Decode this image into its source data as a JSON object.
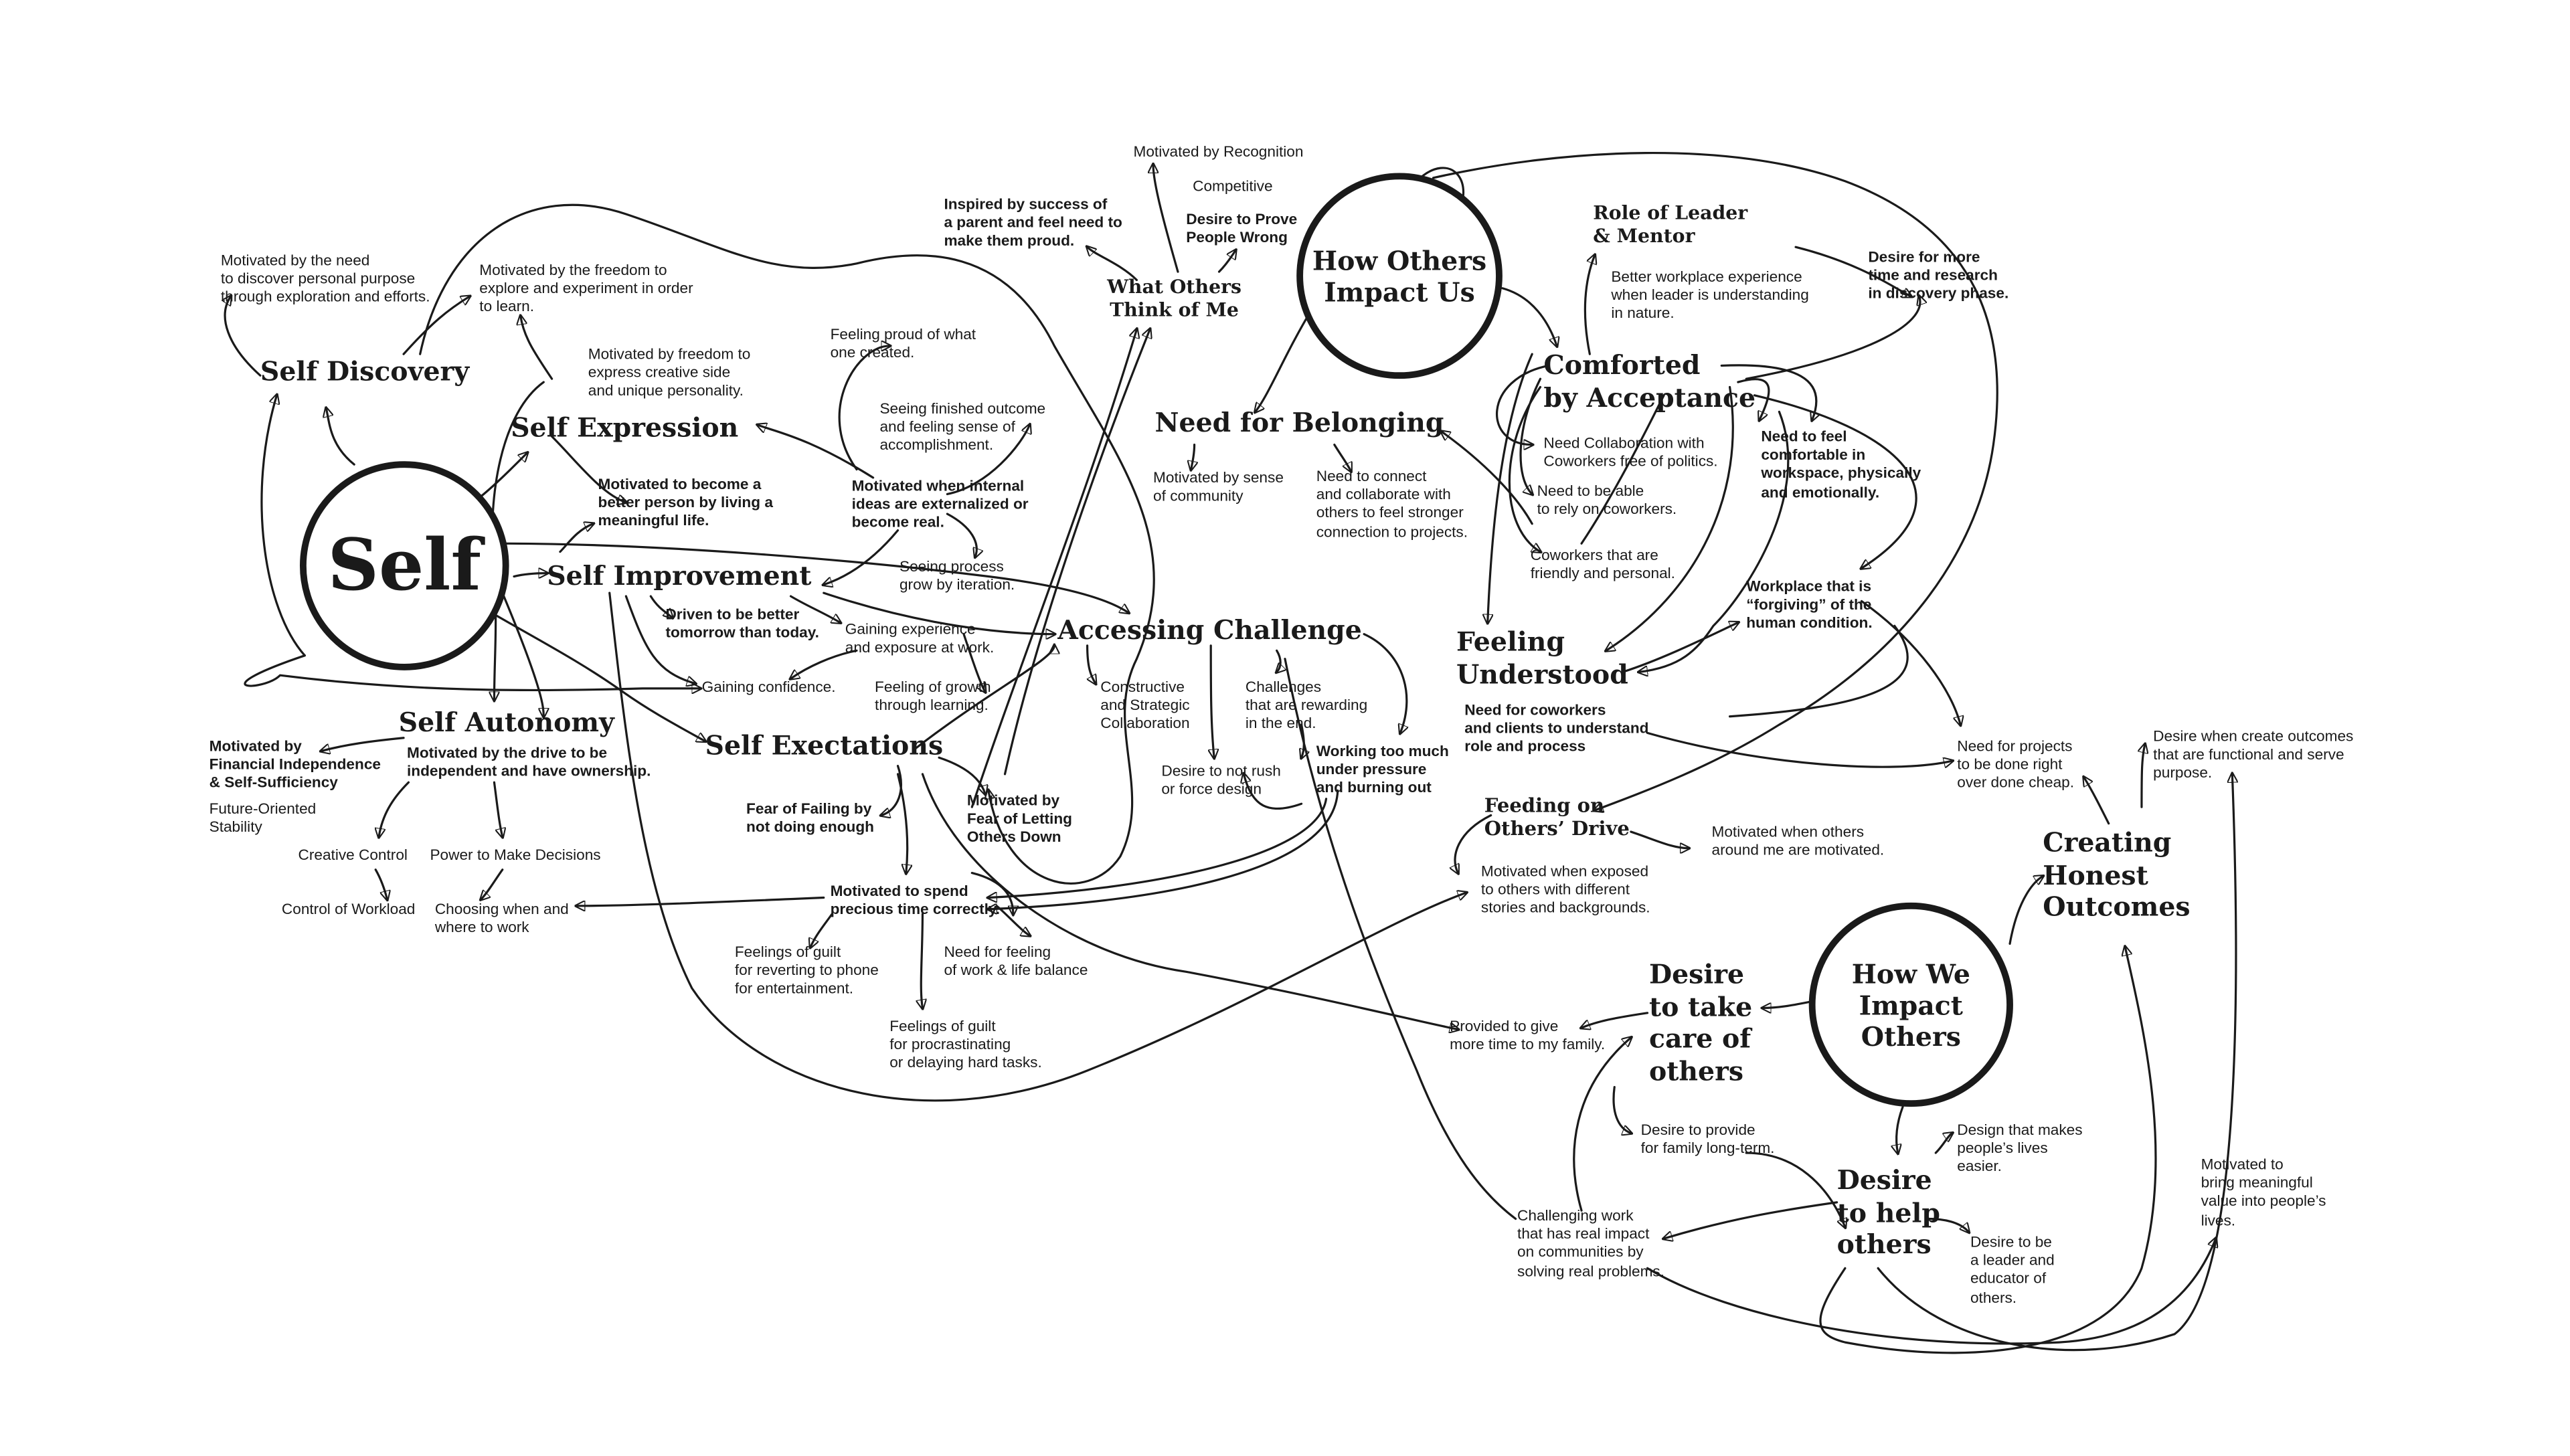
{
  "hubs": {
    "self": "Self",
    "how_others": "How Others\nImpact Us",
    "how_we": "How We\nImpact\nOthers"
  },
  "headings": {
    "self_discovery": "Self Discovery",
    "self_expression": "Self Expression",
    "self_improvement": "Self Improvement",
    "self_autonomy": "Self Autonomy",
    "self_expectations": "Self Exectations",
    "accessing_challenge": "Accessing Challenge",
    "what_others_think": "What Others\nThink of Me",
    "need_belonging": "Need for Belonging",
    "comforted": "Comforted\nby Acceptance",
    "role_leader": "Role of Leader\n& Mentor",
    "feeling_understood": "Feeling\nUnderstood",
    "feeding_drive": "Feeding on\nOthers’ Drive",
    "creating_honest": "Creating\nHonest\nOutcomes",
    "desire_care": "Desire\nto take\ncare of\nothers",
    "desire_help": "Desire\nto help\nothers"
  },
  "notes": {
    "sd_purpose": "Motivated by the need\nto discover personal purpose\nthrough exploration and efforts.",
    "sd_freedom": "Motivated by the freedom to\nexplore and experiment in order\nto learn.",
    "se_freedom": "Motivated by freedom to\nexpress creative side\nand unique personality.",
    "proud_created": "Feeling proud of what\none created.",
    "finished_outcome": "Seeing finished outcome\nand feeling sense of\naccomplishment.",
    "better_person": "Motivated to become a\nbetter person by living a\nmeaningful life.",
    "internal_ideas": "Motivated when internal\nideas are externalized or\nbecome real.",
    "process_grow": "Seeing process\ngrow by iteration.",
    "driven_better": "Driven to be better\ntomorrow than today.",
    "gaining_experience": "Gaining experience\nand exposure at work.",
    "gaining_confidence": "Gaining confidence.",
    "growth_learning": "Feeling of growth\nthrough learning.",
    "constructive": "Constructive\nand Strategic\nCollaboration",
    "challenges_rewarding": "Challenges\nthat are rewarding\nin the end.",
    "not_rush": "Desire to not rush\nor force design",
    "working_too_much": "Working too much\nunder pressure\nand burning out",
    "fin_independence": "Motivated by\nFinancial Independence\n& Self-Sufficiency",
    "drive_independent": "Motivated by the drive to be\nindependent and have ownership.",
    "future_stability": "Future-Oriented\nStability",
    "creative_control": "Creative Control",
    "power_decisions": "Power to Make Decisions",
    "control_workload": "Control of Workload",
    "choosing_where": "Choosing when and\nwhere to work",
    "fear_failing": "Fear of Failing by\nnot doing enough",
    "fear_letting": "Motivated by\nFear of Letting\nOthers Down",
    "spend_time": "Motivated to spend\nprecious time correctly.",
    "guilt_phone": "Feelings of guilt\nfor reverting to phone\nfor entertainment.",
    "work_life": "Need for feeling\nof work & life balance",
    "guilt_procrastinating": "Feelings of guilt\nfor procrastinating\nor delaying hard tasks.",
    "recognition": "Motivated by Recognition",
    "competitive": "Competitive",
    "inspired_parent": "Inspired by success of\na parent and feel need to\nmake them proud.",
    "prove_wrong": "Desire to Prove\nPeople Wrong",
    "sense_community": "Motivated by sense\nof community",
    "connect_collaborate": "Need to connect\nand collaborate with\nothers to feel stronger\nconnection to projects.",
    "better_workplace": "Better workplace experience\nwhen leader is understanding\nin nature.",
    "more_time": "Desire for more\ntime and research\nin discovery phase.",
    "need_collab": "Need Collaboration with\nCoworkers free of politics.",
    "rely_coworkers": "Need to be able\nto rely on coworkers.",
    "friendly_personal": "Coworkers that are\nfriendly and personal.",
    "feel_comfortable": "Need to feel\ncomfortable in\nworkspace, physically\nand emotionally.",
    "forgiving": "Workplace that is\n“forgiving” of the\nhuman condition.",
    "need_coworkers_understand": "Need for coworkers\nand clients to understand\nrole and process",
    "projects_done_right": "Need for projects\nto be done right\nover done cheap.",
    "functional_outcomes": "Desire when create outcomes\nthat are functional and serve\npurpose.",
    "others_motivated": "Motivated when others\naround me are motivated.",
    "exposed_others": "Motivated when exposed\nto others with different\nstories and backgrounds.",
    "more_time_family": "Provided to give\nmore time to my family.",
    "family_longterm": "Desire to provide\nfor family long-term.",
    "design_easier": "Design that makes\npeople’s lives\neasier.",
    "leader_educator": "Desire to be\na leader and\neducator of\nothers.",
    "challenging_work": "Challenging work\nthat has real impact\non communities by\nsolving real problems.",
    "meaningful_value": "Motivated to\nbring meaningful\nvalue into people’s\nlives."
  }
}
